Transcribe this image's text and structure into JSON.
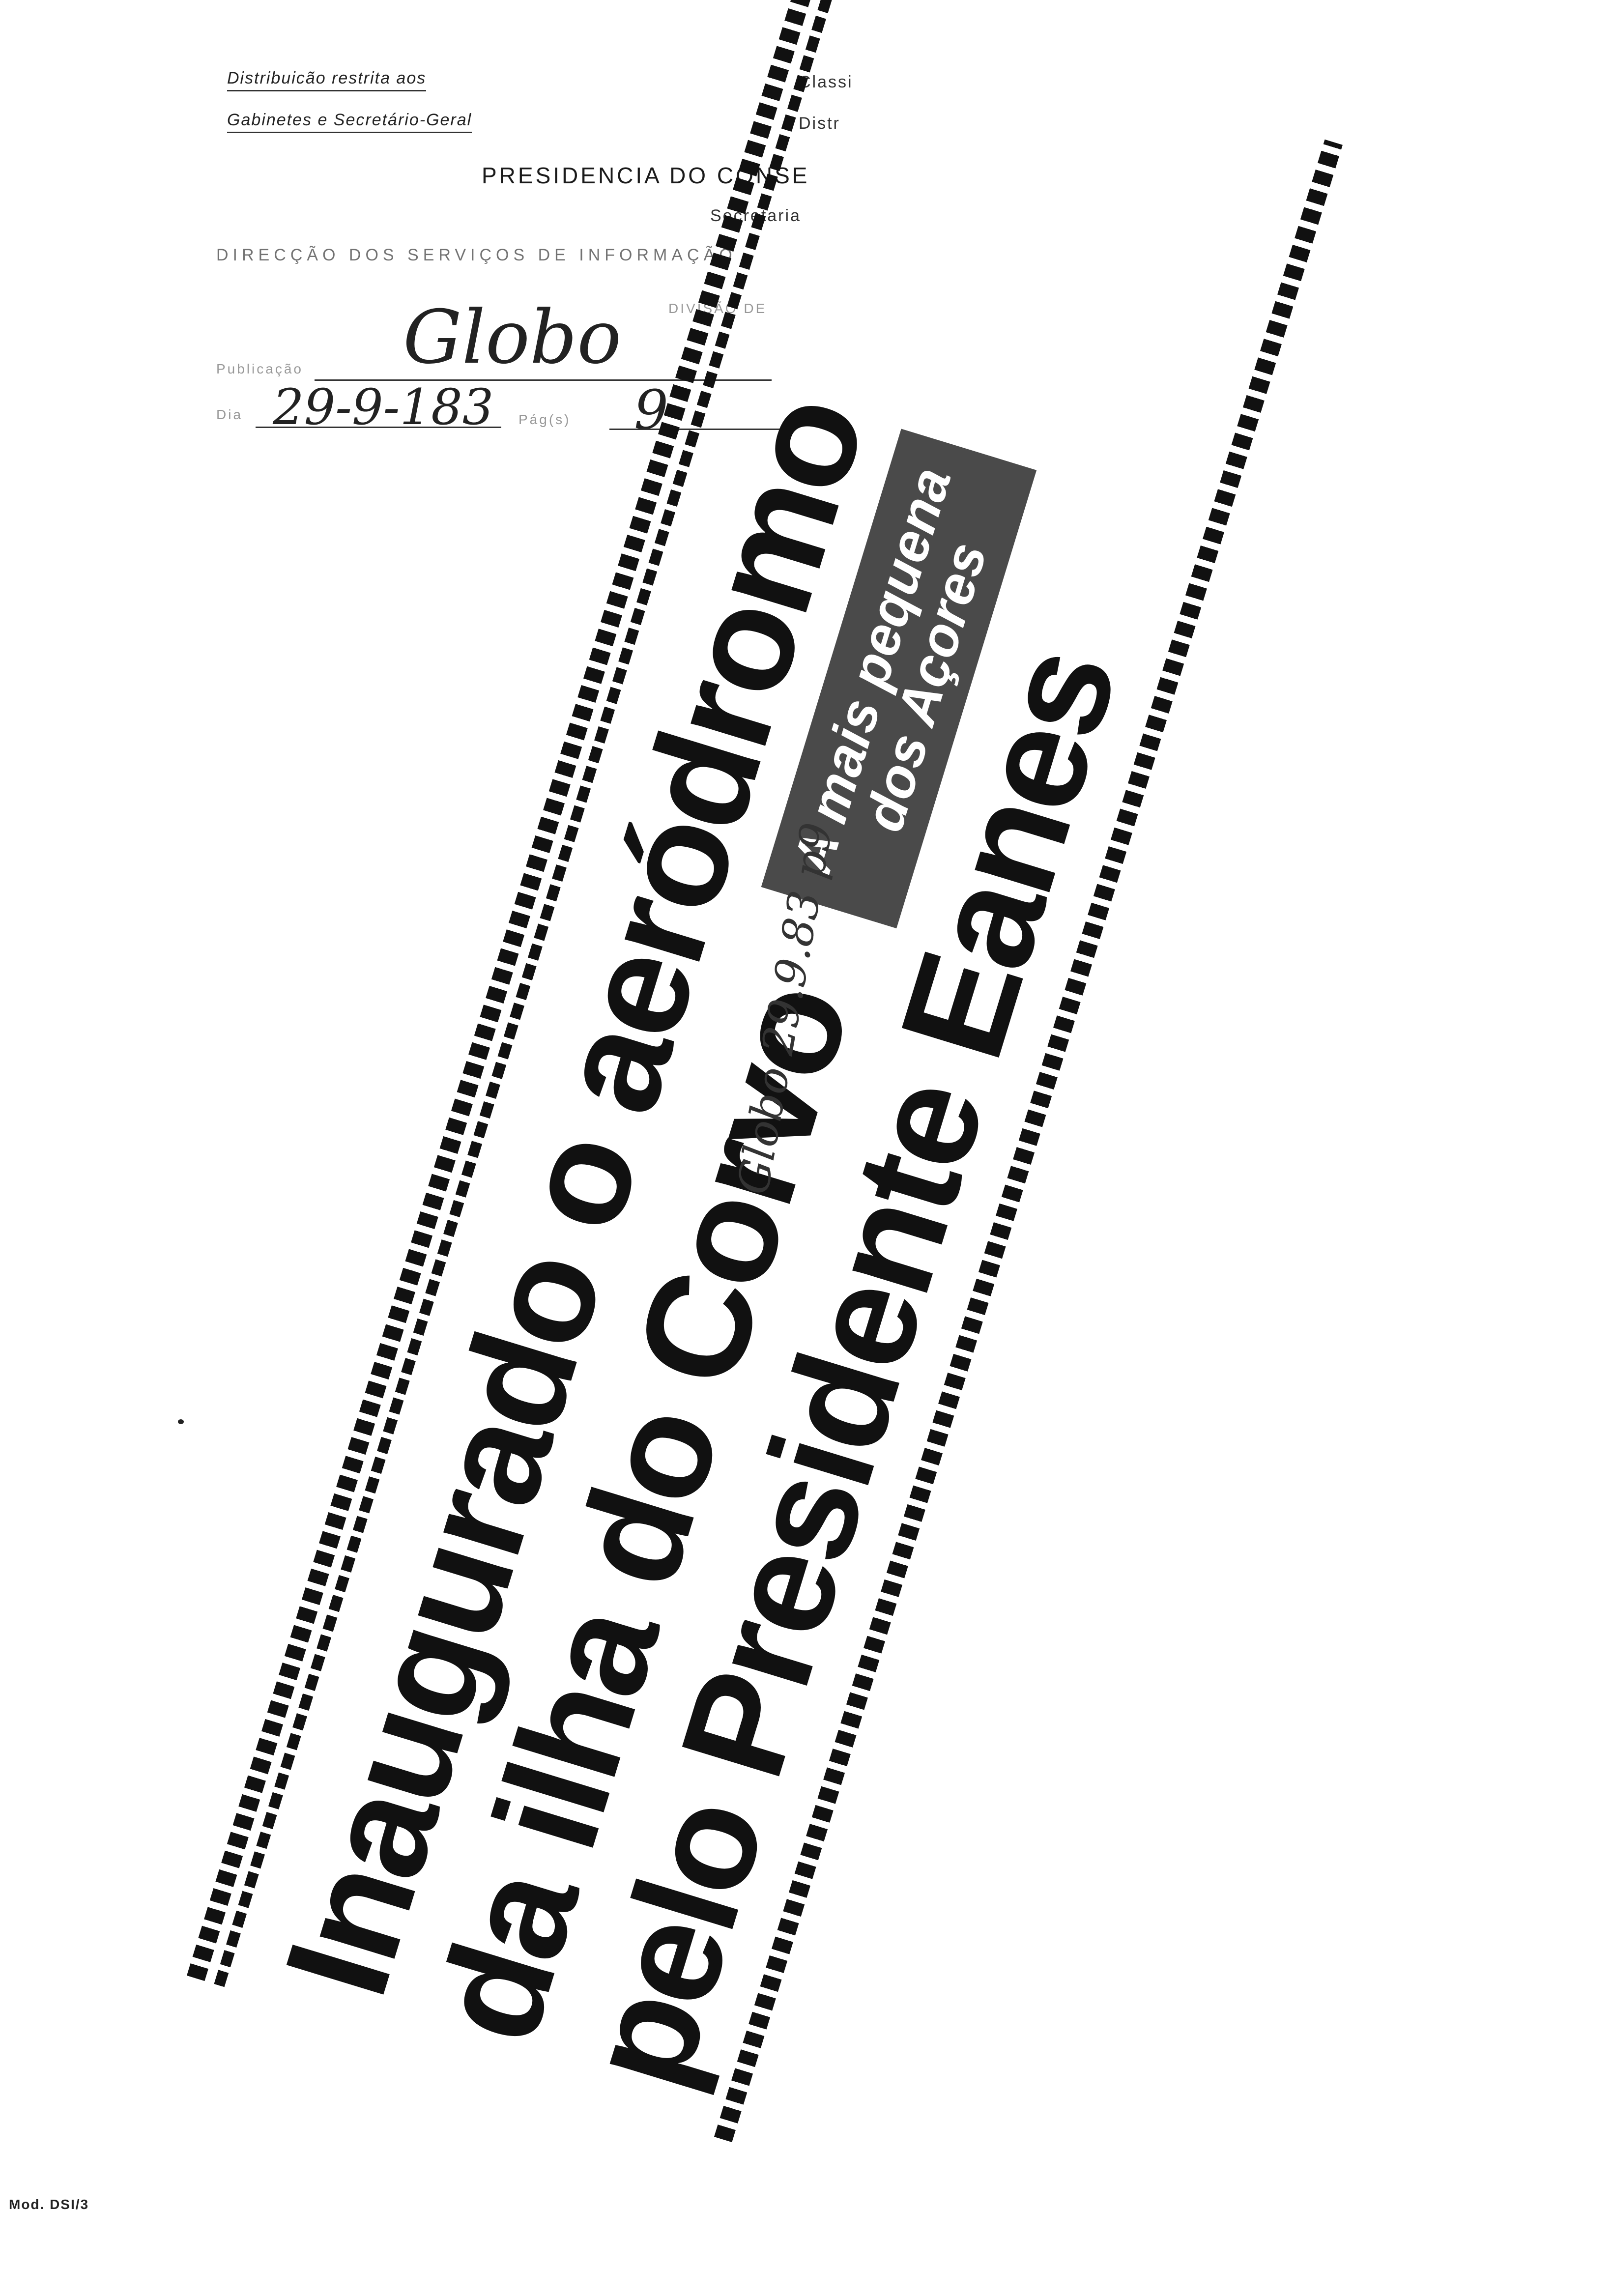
{
  "header": {
    "distribution_line1": "Distribuicão restrita aos",
    "distribution_line2": "Gabinetes e Secretário-Geral",
    "classification_label": "Classi",
    "distribution_label": "Distr",
    "presidencia": "PRESIDENCIA DO CONSE",
    "secretaria": "Secretaria",
    "direccao": "DIRECÇÃO DOS SERVIÇOS DE INFORMAÇÃO",
    "divisao": "DIVISÃO DE",
    "publicacao_label": "Publicação",
    "publicacao_value": "Globo",
    "dia_label": "Dia",
    "dia_value": "29-9-183",
    "pagina_label": "Pág(s)",
    "pagina_value": "9"
  },
  "clipping": {
    "headline_line1": "Inaugurado o aeródromo",
    "headline_line2": "da ilha do Corvo",
    "headline_line3": "pelo Presidente Eanes",
    "box_line1": "A mais pequena",
    "box_line2": "dos Açores",
    "stamp": "Globo 29.9.83 p9"
  },
  "footer": {
    "mod": "Mod. DSI/3"
  }
}
